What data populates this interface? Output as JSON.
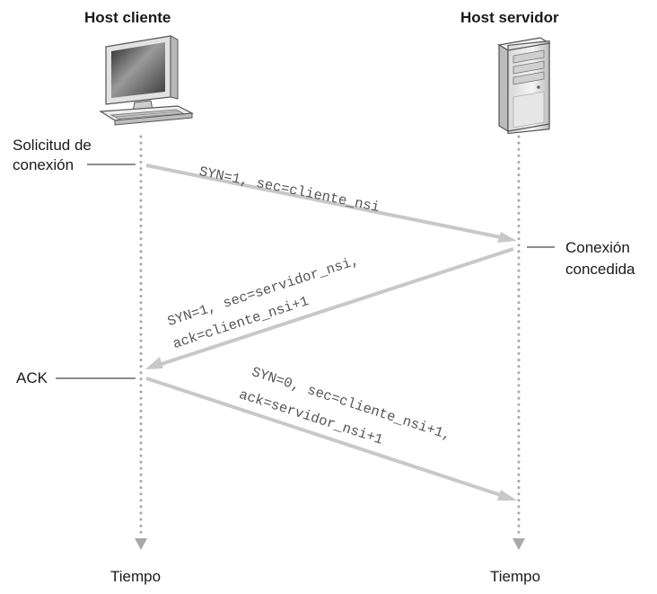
{
  "hosts": {
    "client_title": "Host cliente",
    "server_title": "Host servidor"
  },
  "events": {
    "connection_request": [
      "Solicitud de",
      "conexión"
    ],
    "connection_granted": [
      "Conexión",
      "concedida"
    ],
    "ack": "ACK"
  },
  "messages": {
    "syn": "SYN=1, sec=cliente_nsi",
    "synack_line1": "SYN=1, sec=servidor_nsi,",
    "synack_line2": "ack=cliente_nsi+1",
    "ack_line1": "SYN=0, sec=cliente_nsi+1,",
    "ack_line2": "ack=servidor_nsi+1"
  },
  "timeline": {
    "client_time_label": "Tiempo",
    "server_time_label": "Tiempo"
  },
  "colors": {
    "arrow": "#c8c8c8",
    "timeline_dots": "#a9a9a9",
    "text": "#1a1a1a",
    "mono_text": "#555555"
  }
}
